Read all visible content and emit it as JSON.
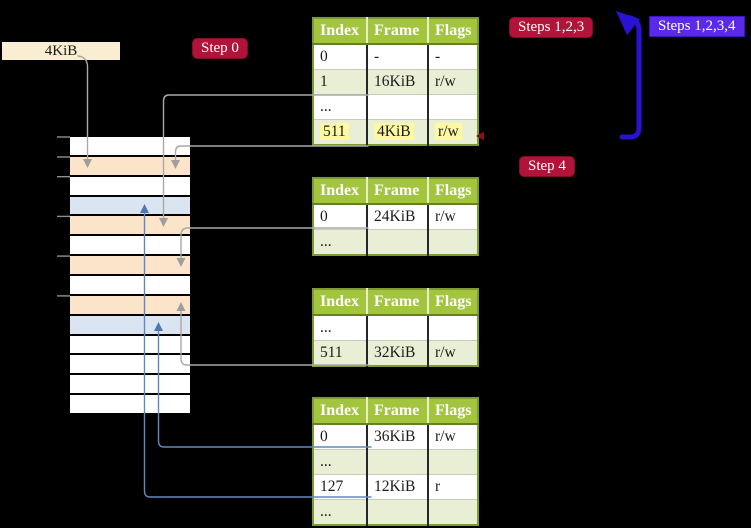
{
  "colors": {
    "background": "#000000",
    "white": "#ffffff",
    "peach": "#fce4cb",
    "blue": "#dbe5f2",
    "table_header_green": "#a3c53e",
    "table_row_green": "#e9efd5",
    "highlight_yellow": "#fdf8a2",
    "badge_red": "#b11339",
    "badge_blue": "#5a2ae8",
    "arrow_gray": "#a9a9a9",
    "arrow_blue_thin": "#6289bd",
    "arrow_blue_thick": "#2a12d4",
    "box_wheat": "#faeed2"
  },
  "page_box": {
    "label": "4KiB"
  },
  "badges": {
    "step0": "Step 0",
    "steps123": "Steps 1,2,3",
    "step4": "Step 4",
    "steps1234": "Steps 1,2,3,4"
  },
  "tables": [
    {
      "headers": [
        "Index",
        "Frame",
        "Flags"
      ],
      "rows": [
        [
          "0",
          "-",
          "-"
        ],
        [
          "1",
          "16KiB",
          "r/w"
        ],
        [
          "...",
          "",
          ""
        ],
        [
          "511",
          "4KiB",
          "r/w"
        ]
      ],
      "highlight_row": 3
    },
    {
      "headers": [
        "Index",
        "Frame",
        "Flags"
      ],
      "rows": [
        [
          "0",
          "24KiB",
          "r/w"
        ],
        [
          "...",
          "",
          ""
        ]
      ]
    },
    {
      "headers": [
        "Index",
        "Frame",
        "Flags"
      ],
      "rows": [
        [
          "...",
          "",
          ""
        ],
        [
          "511",
          "32KiB",
          "r/w"
        ]
      ]
    },
    {
      "headers": [
        "Index",
        "Frame",
        "Flags"
      ],
      "rows": [
        [
          "0",
          "36KiB",
          "r/w"
        ],
        [
          "...",
          "",
          ""
        ],
        [
          "127",
          "12KiB",
          "r"
        ],
        [
          "...",
          "",
          ""
        ]
      ]
    }
  ],
  "memory": {
    "rows": [
      "white",
      "peach",
      "white",
      "blue",
      "peach",
      "white",
      "peach",
      "white",
      "peach",
      "blue",
      "white",
      "white",
      "white",
      "white"
    ]
  }
}
